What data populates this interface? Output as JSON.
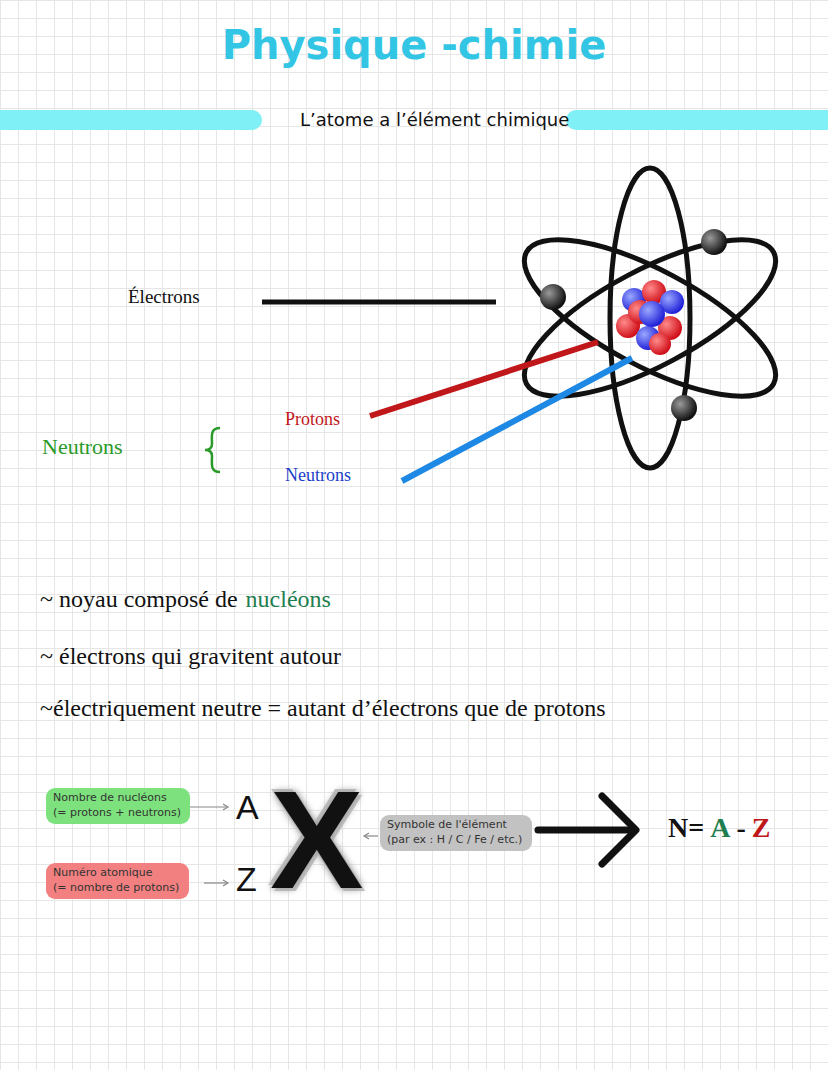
{
  "diagram": {
    "title": "Physique -chimie",
    "nodes": [
      {
        "text": [
          "Nombre de nucléons",
          "(= protons + neutrons)"
        ]
      },
      {
        "text": [
          "Numéro atomique",
          "(= nombre de protons)"
        ]
      },
      {
        "text": [
          "Symbole de l'élément",
          "(par ex : H / C / Fe / etc.)"
        ]
      }
    ],
    "labels": [
      "L’atome a l’élément chimique",
      "Électrons",
      "Protons",
      "Neutrons",
      "Neutrons",
      "~ noyau composé de",
      "nucléons",
      "~ électrons qui gravitent autour",
      "~électriquement neutre = autant d’électrons que de protons",
      "A",
      "Z",
      "X",
      "N=",
      "A",
      "-",
      "Z"
    ]
  }
}
